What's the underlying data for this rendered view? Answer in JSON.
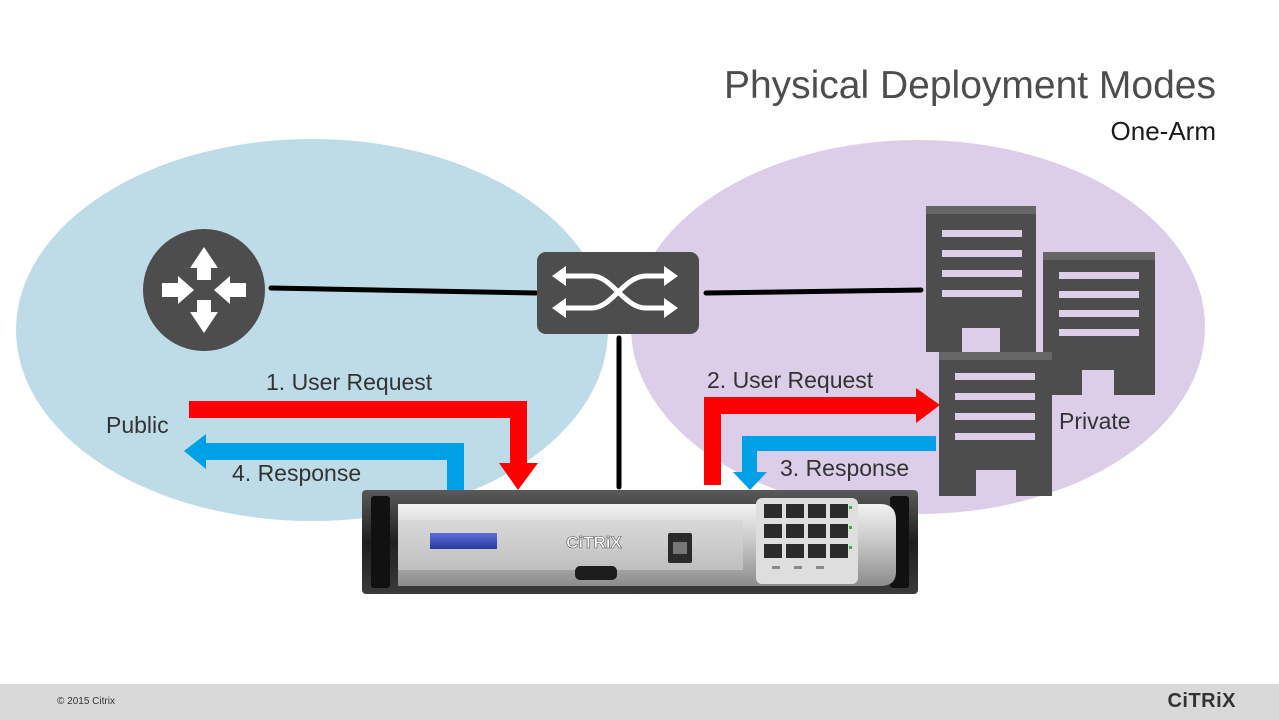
{
  "title": "Physical Deployment Modes",
  "subtitle": "One-Arm",
  "zones": {
    "public_label": "Public",
    "private_label": "Private",
    "public_color": "#bedce8",
    "private_color": "#dccde8"
  },
  "flows": [
    {
      "label": "1. User Request",
      "color": "#ff0000"
    },
    {
      "label": "2. User Request",
      "color": "#ff0000"
    },
    {
      "label": "3. Response",
      "color": "#00a0e6"
    },
    {
      "label": "4. Response",
      "color": "#00a0e6"
    }
  ],
  "icons": {
    "router": "router-icon",
    "switch": "switch-icon",
    "servers": "server-icon",
    "appliance": "netscaler-appliance-icon",
    "icon_color": "#4d4d4d"
  },
  "appliance": {
    "brand": "CiTRiX"
  },
  "footer": {
    "copyright": "© 2015 Citrix",
    "logo": "CiTRiX"
  }
}
